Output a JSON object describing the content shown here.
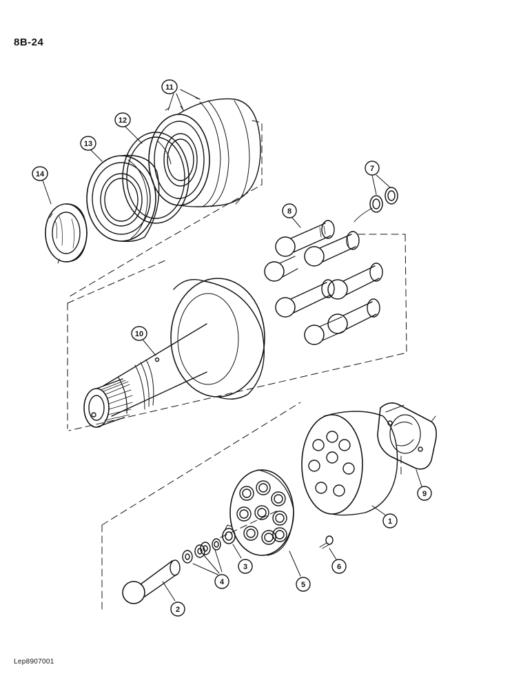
{
  "page": {
    "title": "8B-24",
    "ref_code": "Lep8907001"
  },
  "callouts": {
    "c1": "1",
    "c2": "2",
    "c3": "3",
    "c4": "4",
    "c5": "5",
    "c6": "6",
    "c7": "7",
    "c8": "8",
    "c9": "9",
    "c10": "10",
    "c11": "11",
    "c12": "12",
    "c13": "13",
    "c14": "14"
  },
  "colors": {
    "ink": "#111111",
    "paper": "#ffffff"
  }
}
